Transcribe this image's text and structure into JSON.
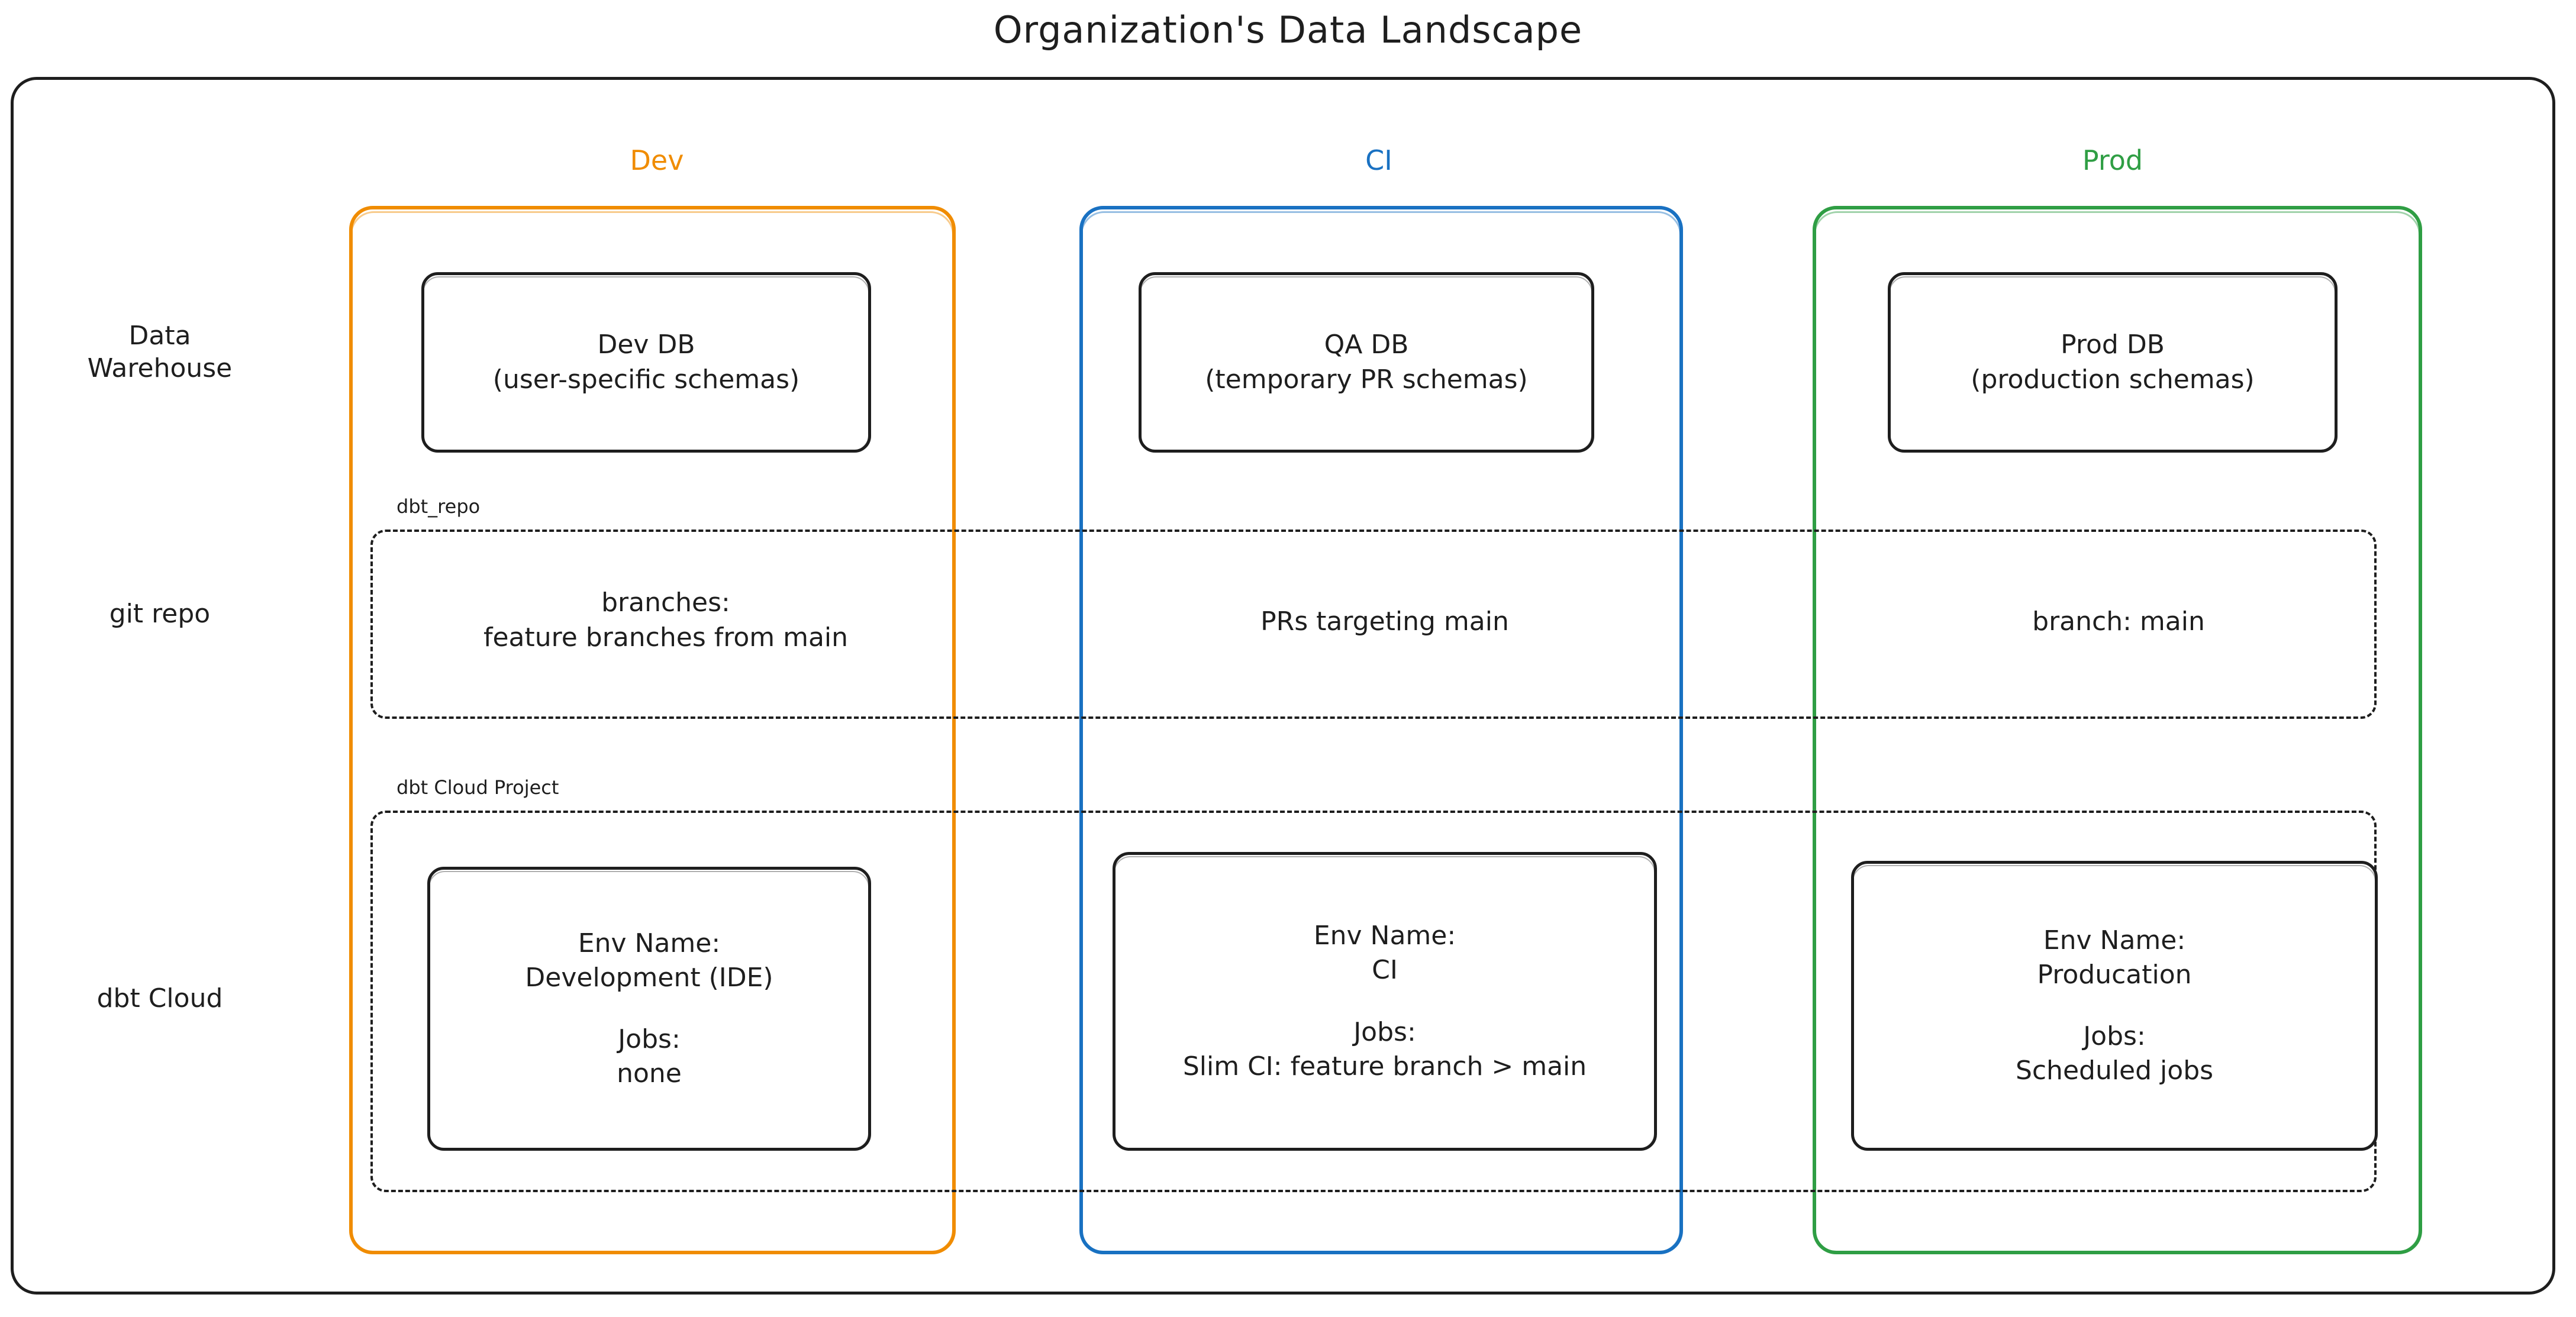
{
  "title": "Organization's Data Landscape",
  "colors": {
    "dev": "#f08c00",
    "ci": "#1971c2",
    "prod": "#2f9e44",
    "ink": "#1e1e1e",
    "background": "#ffffff"
  },
  "columns": [
    {
      "key": "dev",
      "label": "Dev"
    },
    {
      "key": "ci",
      "label": "CI"
    },
    {
      "key": "prod",
      "label": "Prod"
    }
  ],
  "rows": [
    {
      "key": "warehouse",
      "label": "Data\nWarehouse"
    },
    {
      "key": "git_repo",
      "label": "git repo"
    },
    {
      "key": "dbt_cloud",
      "label": "dbt Cloud"
    }
  ],
  "bands": [
    {
      "key": "dbt_repo",
      "label": "dbt_repo"
    },
    {
      "key": "dbt_cloud_project",
      "label": "dbt Cloud Project"
    }
  ],
  "warehouse": {
    "dev": "Dev DB\n(user-specific schemas)",
    "ci": "QA DB\n(temporary PR schemas)",
    "prod": "Prod DB\n(production schemas)"
  },
  "git_repo": {
    "dev": "branches:\nfeature branches from main",
    "ci": "PRs targeting main",
    "prod": "branch: main"
  },
  "dbt_cloud": {
    "dev": {
      "env_name_label": "Env Name:",
      "env_name_value": "Development (IDE)",
      "jobs_label": "Jobs:",
      "jobs_value": "none"
    },
    "ci": {
      "env_name_label": "Env Name:",
      "env_name_value": "CI",
      "jobs_label": "Jobs:",
      "jobs_value": "Slim CI: feature branch > main"
    },
    "prod": {
      "env_name_label": "Env Name:",
      "env_name_value": "Producation",
      "jobs_label": "Jobs:",
      "jobs_value": "Scheduled jobs"
    }
  }
}
